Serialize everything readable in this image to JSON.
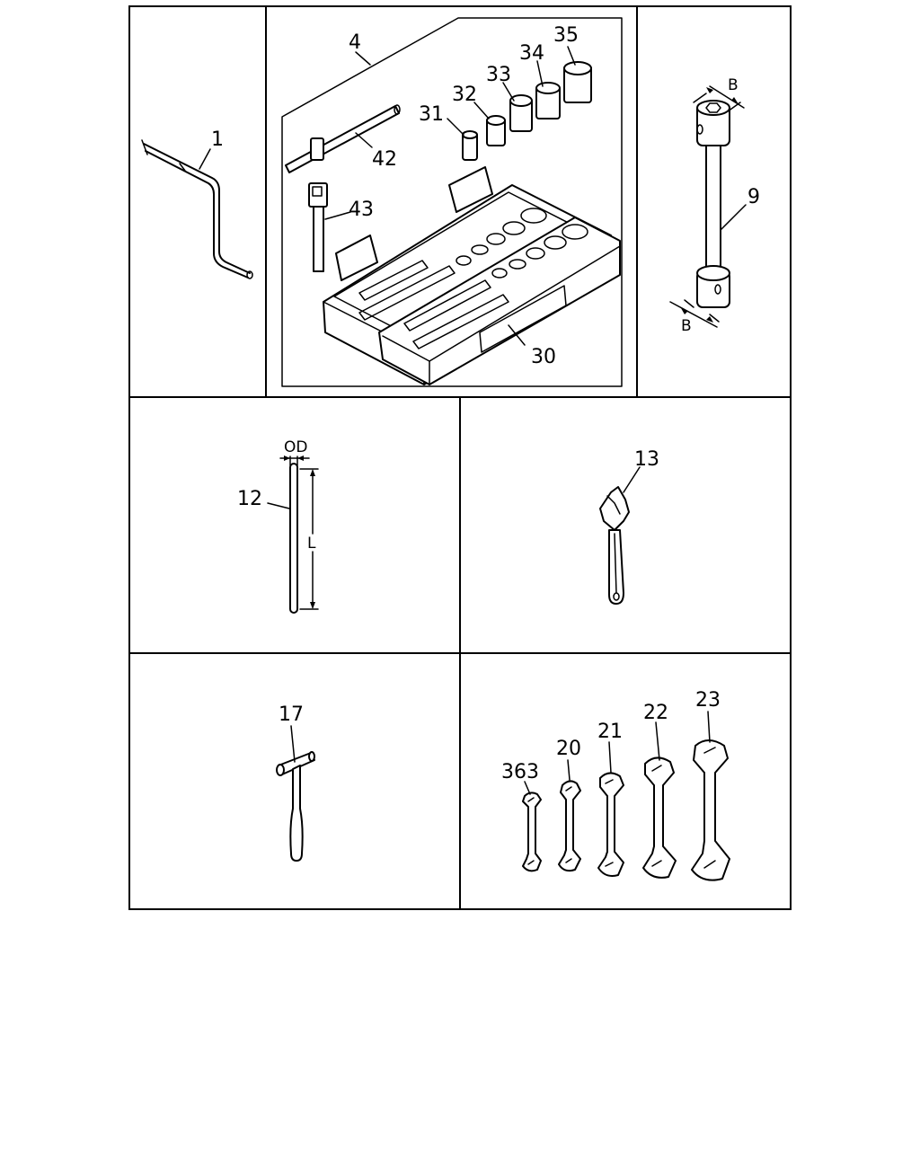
{
  "callouts": {
    "c1": "1",
    "c4": "4",
    "c9": "9",
    "c12": "12",
    "c13": "13",
    "c17": "17",
    "c20": "20",
    "c21": "21",
    "c22": "22",
    "c23": "23",
    "c30": "30",
    "c31": "31",
    "c32": "32",
    "c33": "33",
    "c34": "34",
    "c35": "35",
    "c42": "42",
    "c43": "43",
    "c363": "363"
  },
  "dimensions": {
    "b_top": "B",
    "b_bottom": "B",
    "od": "OD",
    "length": "L"
  }
}
